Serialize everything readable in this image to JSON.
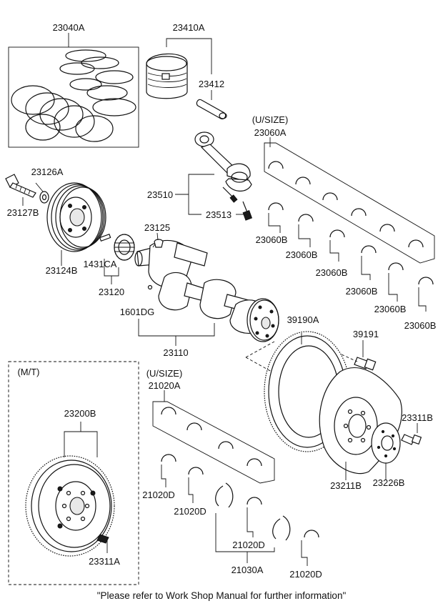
{
  "labels": {
    "l23040a": "23040A",
    "l23410a": "23410A",
    "l23412": "23412",
    "l_usize_upper": "(U/SIZE)",
    "l23060a": "23060A",
    "l23126a": "23126A",
    "l23127b": "23127B",
    "l23510": "23510",
    "l23513": "23513",
    "l23125": "23125",
    "l23060b_1": "23060B",
    "l23060b_2": "23060B",
    "l23060b_3": "23060B",
    "l23060b_4": "23060B",
    "l23060b_5": "23060B",
    "l23060b_6": "23060B",
    "l1431ca": "1431CA",
    "l23124b": "23124B",
    "l23120": "23120",
    "l1601dg": "1601DG",
    "l39190a": "39190A",
    "l39191": "39191",
    "l23110": "23110",
    "l_mt": "(M/T)",
    "l_usize_lower": "(U/SIZE)",
    "l21020a": "21020A",
    "l23200b": "23200B",
    "l23311b": "23311B",
    "l23211b": "23211B",
    "l23226b": "23226B",
    "l21020d_1": "21020D",
    "l21020d_2": "21020D",
    "l21020d_3": "21020D",
    "l21020d_4": "21020D",
    "l23311a": "23311A",
    "l21030a": "21030A"
  },
  "footer": "\"Please refer to Work Shop Manual for further information\""
}
